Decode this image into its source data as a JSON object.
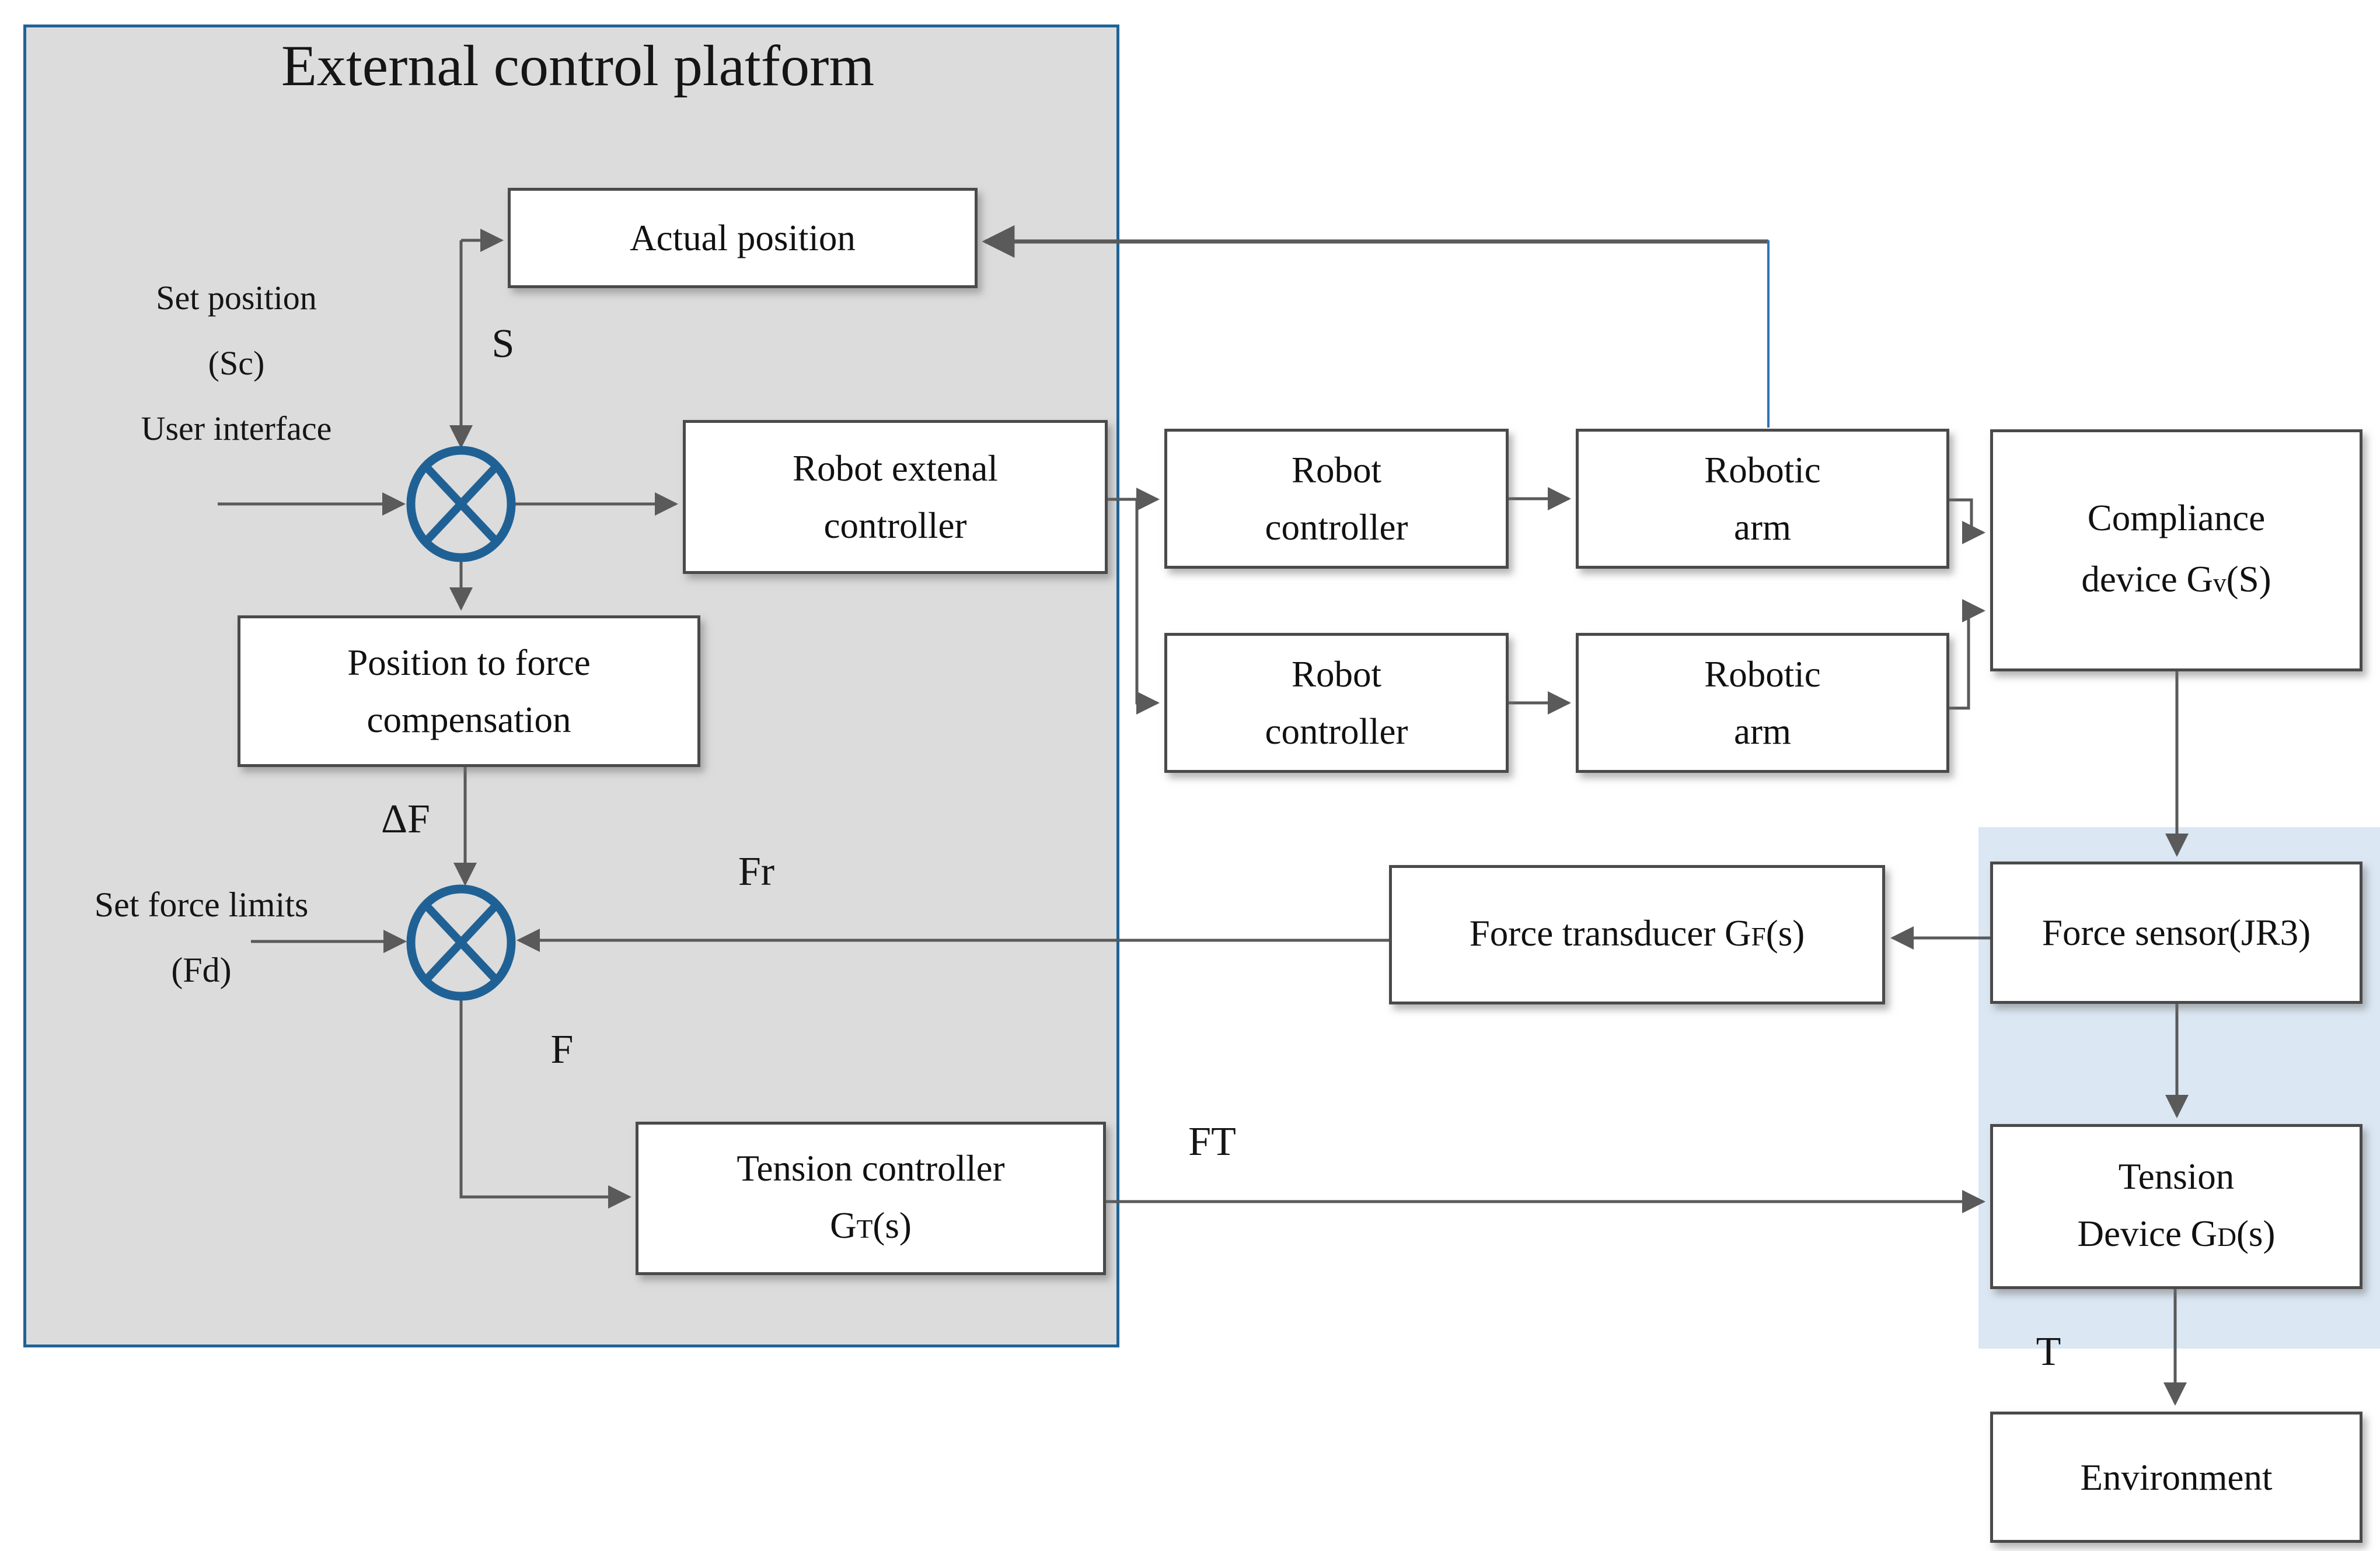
{
  "diagram": {
    "title": "External control platform",
    "annotations": {
      "set_position_line1": "Set position",
      "set_position_line2": "(Sc)",
      "set_position_line3": "User interface",
      "set_force_line1": "Set force limits",
      "set_force_line2": "(Fd)"
    },
    "signals": {
      "s": "S",
      "delta_f": "ΔF",
      "fr": "Fr",
      "f": "F",
      "ft": "FT",
      "t": "T"
    },
    "blocks": {
      "actual_position": {
        "label": "Actual position"
      },
      "robot_external": {
        "line1": "Robot extenal",
        "line2": "controller"
      },
      "position_to_force": {
        "line1": "Position to force",
        "line2": "compensation"
      },
      "tension_controller": {
        "line1": "Tension controller",
        "g_pre": "G",
        "g_sub": "T",
        "g_post": "(s)"
      },
      "robot_controller_top": {
        "line1": "Robot",
        "line2": "controller"
      },
      "robot_controller_bottom": {
        "line1": "Robot",
        "line2": "controller"
      },
      "robotic_arm_top": {
        "line1": "Robotic",
        "line2": "arm"
      },
      "robotic_arm_bottom": {
        "line1": "Robotic",
        "line2": "arm"
      },
      "compliance_device": {
        "line1": "Compliance",
        "g_pre": "device G",
        "g_sub": "v",
        "g_post": "(S)"
      },
      "force_transducer": {
        "g_pre": "Force transducer G",
        "g_sub": "F",
        "g_post": "(s)"
      },
      "force_sensor": {
        "label": "Force sensor(JR3)"
      },
      "tension_device": {
        "line1": "Tension",
        "g_pre": "Device G",
        "g_sub": "D",
        "g_post": "(s)"
      },
      "environment": {
        "label": "Environment"
      }
    },
    "colors": {
      "platform_fill": "#dcdcdc",
      "platform_border": "#1f6396",
      "shaded_region_fill": "#dbe7f3",
      "junction_blue": "#206195",
      "wire_gray": "#5a5a5a",
      "feedback_blue": "#2e74b5",
      "box_border": "#4a4a4a"
    }
  }
}
